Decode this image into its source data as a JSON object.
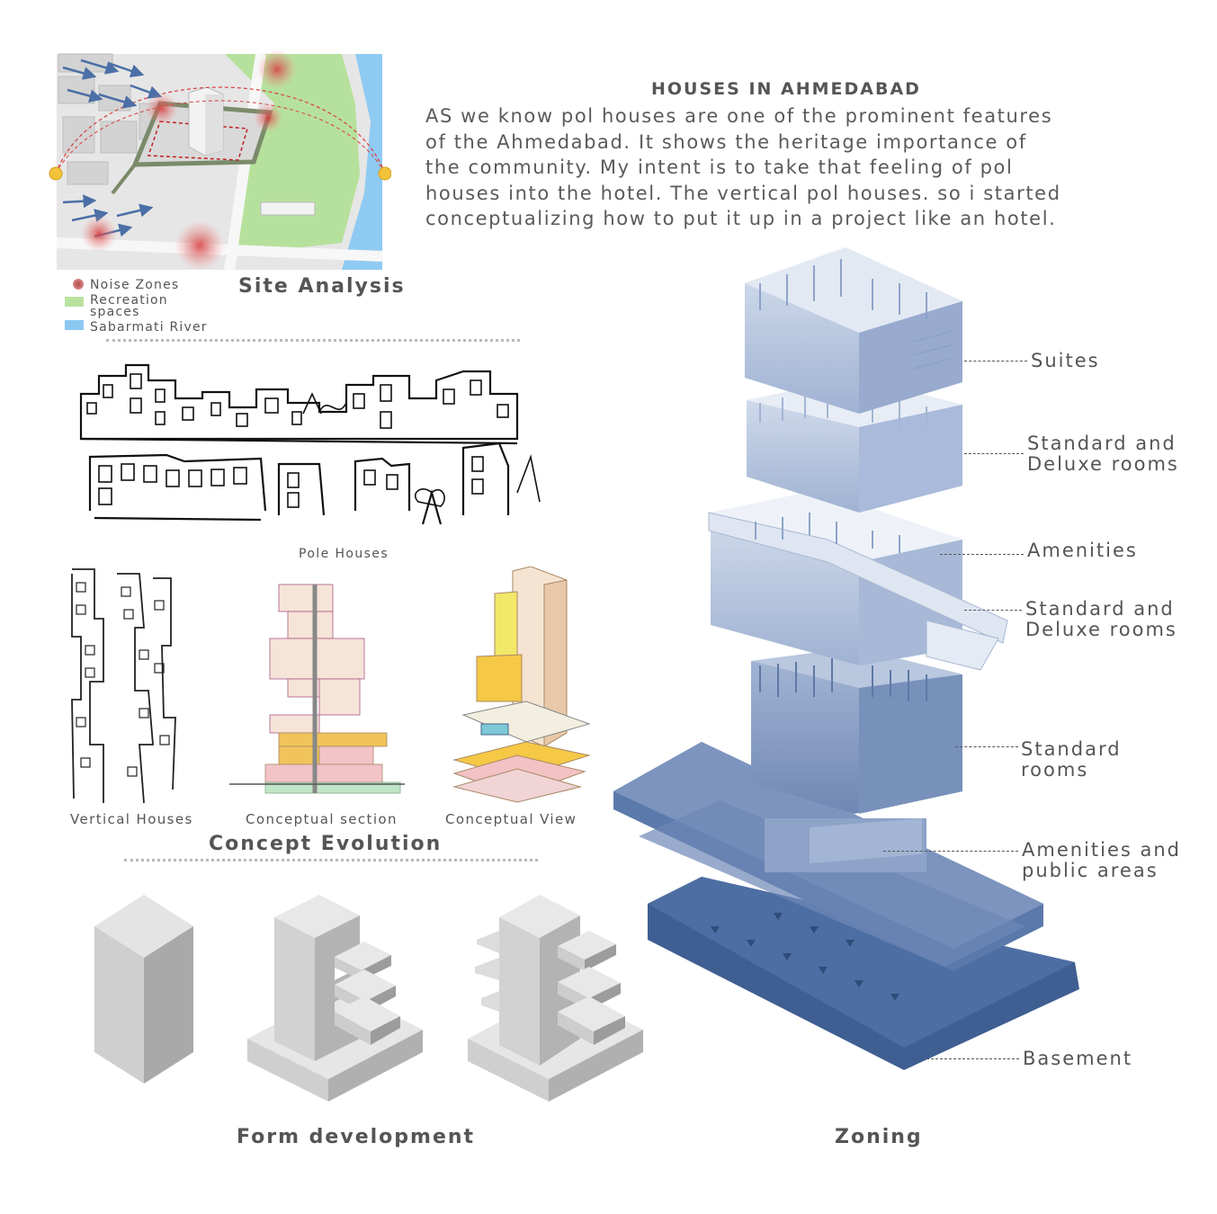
{
  "header": {
    "title": "HOUSES IN AHMEDABAD",
    "intro_lines": [
      "AS we know pol houses are one of the prominent features",
      "of the Ahmedabad. It shows the heritage importance of",
      "the community. My intent is to take that feeling of pol",
      "houses into the hotel. The vertical pol houses. so i started",
      "conceptualizing how to put it up in a project like an hotel."
    ]
  },
  "site_analysis": {
    "title": "Site Analysis",
    "legend": [
      {
        "label": "Noise Zones",
        "color": "#c96a6a"
      },
      {
        "label": "Recreation\nspaces",
        "color": "#b9e2a0"
      },
      {
        "label": "Sabarmati River",
        "color": "#8cc8f2"
      }
    ]
  },
  "concept": {
    "pole_houses_caption": "Pole Houses",
    "captions": [
      "Vertical Houses",
      "Conceptual section",
      "Conceptual View"
    ],
    "title": "Concept Evolution"
  },
  "form": {
    "title": "Form development"
  },
  "zoning": {
    "title": "Zoning",
    "labels": [
      "Suites",
      "Standard and\nDeluxe rooms",
      "Amenities",
      "Standard and\nDeluxe rooms",
      "Standard\nrooms",
      "Amenities and\npublic areas",
      "Basement"
    ]
  },
  "colors": {
    "zoning_light": "#c4d1e6",
    "zoning_mid": "#8ea3c8",
    "zoning_dark": "#3f5e92",
    "massing_grey": "#cfcfcf",
    "noise_red": "#d85050",
    "park_green": "#b6e19c",
    "river_blue": "#8fcaf2"
  }
}
